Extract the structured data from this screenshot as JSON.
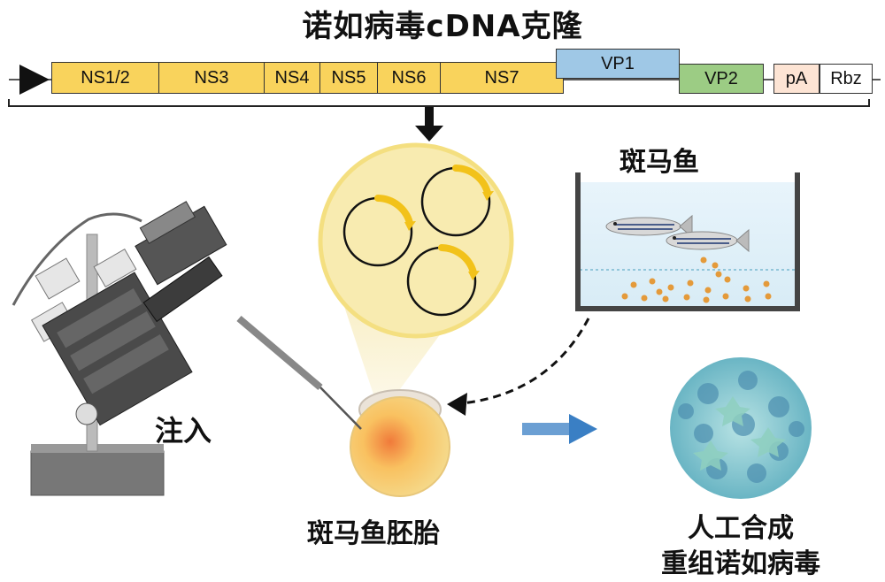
{
  "title": "诺如病毒cDNA克隆",
  "construct": {
    "segments": [
      "NS1/2",
      "NS3",
      "NS4",
      "NS5",
      "NS6",
      "NS7",
      "VP1",
      "VP2",
      "pA",
      "Rbz"
    ]
  },
  "labels": {
    "zebrafish": "斑马鱼",
    "injection": "注入",
    "embryo": "斑马鱼胚胎",
    "result_line1": "人工合成",
    "result_line2": "重组诺如病毒"
  },
  "colors": {
    "ns": "#f9d35c",
    "vp1": "#9fc8e6",
    "vp2": "#9ccc84",
    "pa": "#fde4d4",
    "arrow_blue": "#3a7fc4",
    "plasmid_insert": "#f2c21a"
  }
}
